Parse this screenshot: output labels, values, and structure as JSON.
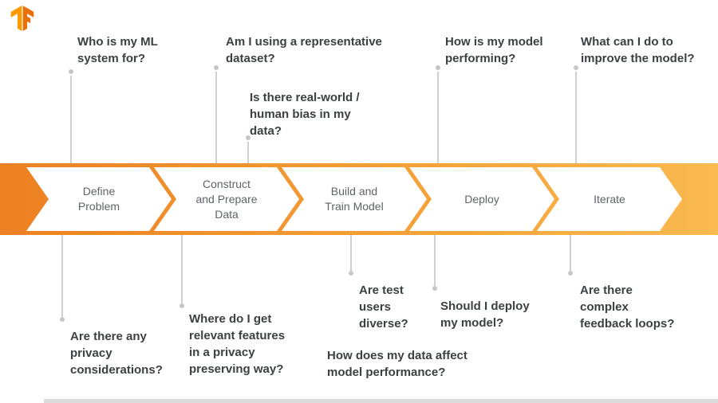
{
  "meta": {
    "title": "ML workflow with responsible AI questions"
  },
  "logo": {
    "name": "TensorFlow"
  },
  "pipeline": {
    "stages": [
      {
        "label": "Define Problem"
      },
      {
        "label": "Construct and Prepare Data"
      },
      {
        "label": "Build and Train Model"
      },
      {
        "label": "Deploy"
      },
      {
        "label": "Iterate"
      }
    ]
  },
  "questions_top": [
    {
      "text": "Who is my ML system for?"
    },
    {
      "text": "Am I using a representative dataset?"
    },
    {
      "text": "Is there real-world / human bias in my data?"
    },
    {
      "text": "How is my model performing?"
    },
    {
      "text": "What can I do to improve the model?"
    }
  ],
  "questions_bottom": [
    {
      "text": "Are there any privacy considerations?"
    },
    {
      "text": "Where do I get relevant features in a privacy preserving way?"
    },
    {
      "text": "Are test users diverse?"
    },
    {
      "text": "How does my data affect model performance?"
    },
    {
      "text": "Should I deploy my model?"
    },
    {
      "text": "Are there complex feedback loops?"
    }
  ],
  "colors": {
    "band_gradient_start": "#ED8022",
    "band_gradient_end": "#F9BA50",
    "chevron_fill": "#FFFFFF",
    "stage_text": "#5F6368",
    "question_text": "#3C4043",
    "leader_line": "#D0D0D0",
    "logo_left": "#FF9900",
    "logo_right": "#E8710A"
  }
}
